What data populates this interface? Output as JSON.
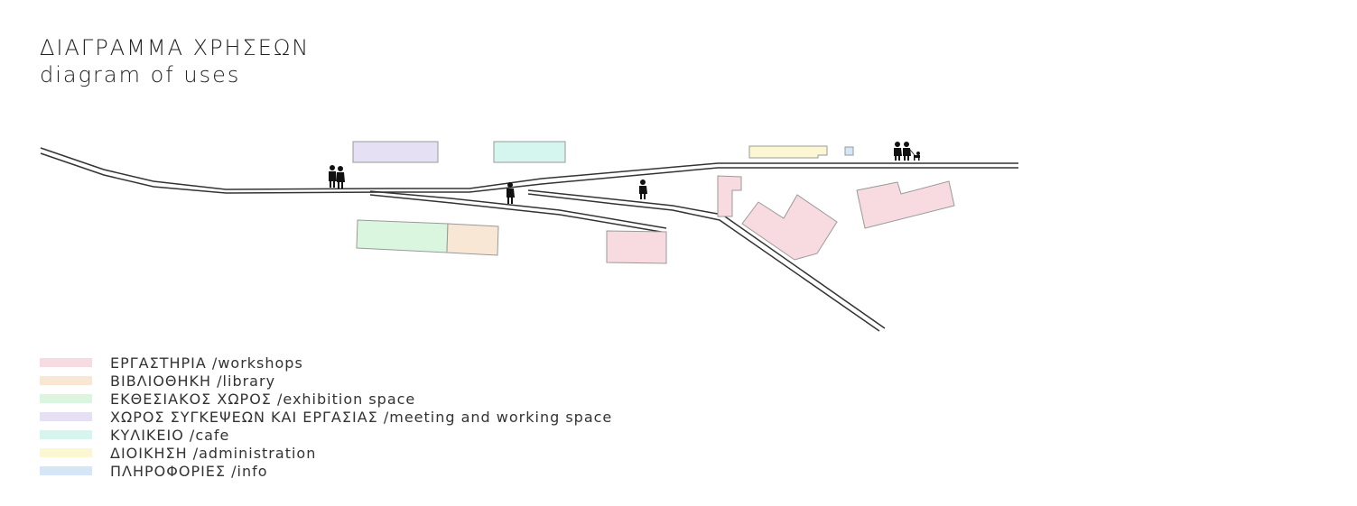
{
  "title": {
    "greek": "ΔΙΑΓΡΑΜΜΑ ΧΡΗΣΕΩΝ",
    "english": "diagram of uses"
  },
  "colors": {
    "workshops": "#f8dbe0",
    "library": "#f9e7d6",
    "exhibition": "#dbf6df",
    "meeting": "#e6e0f4",
    "cafe": "#d4f6ee",
    "administration": "#fbf7d2",
    "info": "#d6e6f8",
    "outline": "#9a9a9a",
    "road": "#333333"
  },
  "legend": [
    {
      "key": "workshops",
      "label": "ΕΡΓΑΣΤΗΡΙΑ /workshops"
    },
    {
      "key": "library",
      "label": "ΒΙΒΛΙΟΘΗΚΗ /library"
    },
    {
      "key": "exhibition",
      "label": "ΕΚΘΕΣΙΑΚΟΣ ΧΩΡΟΣ /exhibition space"
    },
    {
      "key": "meeting",
      "label": "ΧΩΡΟΣ ΣΥΓΚΕΨΕΩΝ ΚΑΙ ΕΡΓΑΣΙΑΣ /meeting and working space"
    },
    {
      "key": "cafe",
      "label": "ΚΥΛΙΚΕΙΟ /cafe"
    },
    {
      "key": "administration",
      "label": "ΔΙΟΙΚΗΣΗ /administration"
    },
    {
      "key": "info",
      "label": "ΠΛΗΡΟΦΟΡΙΕΣ /info"
    }
  ]
}
